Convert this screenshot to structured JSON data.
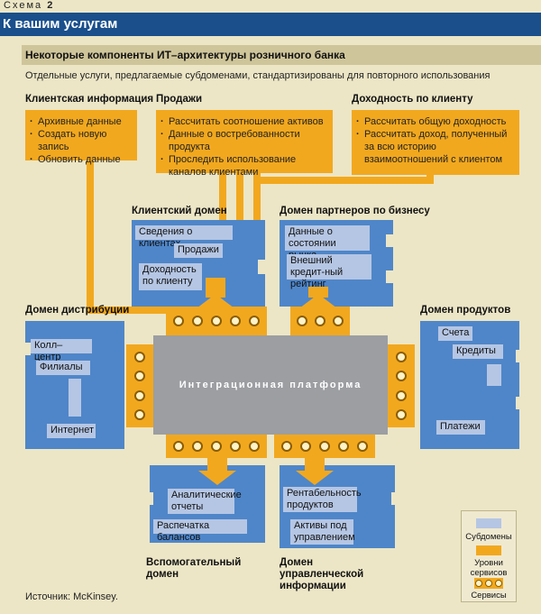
{
  "header": {
    "scheme_word": "Схема",
    "scheme_number": "2",
    "title": "К вашим услугам",
    "subtitle": "Некоторые компоненты ИТ–архитектуры розничного банка",
    "description": "Отдельные услуги, предлагаемые субдоменами, стандартизированы для повторного использования"
  },
  "services": {
    "client_info": {
      "title": "Клиентская информация",
      "items": [
        "Архивные данные",
        "Создать новую запись",
        "Обновить данные"
      ]
    },
    "sales": {
      "title": "Продажи",
      "items": [
        "Рассчитать соотношение активов",
        "Данные о востребованности продукта",
        "Проследить использование каналов клиентами"
      ]
    },
    "profitability": {
      "title": "Доходность по клиенту",
      "items": [
        "Рассчитать общую доходность",
        "Рассчитать доход, полученный за всю историю взаимоотношений с клиентом"
      ]
    }
  },
  "domains": {
    "client": {
      "title": "Клиентский домен",
      "subdomains": [
        "Сведения о клиентах",
        "Продажи",
        "Доходность по клиенту"
      ]
    },
    "partners": {
      "title": "Домен партнеров по бизнесу",
      "subdomains": [
        "Данные о состоянии рынка",
        "Внешний кредит-ный рейтинг"
      ]
    },
    "distribution": {
      "title": "Домен дистрибуции",
      "subdomains": [
        "Колл–центр",
        "Филиалы",
        "Интернет"
      ]
    },
    "products": {
      "title": "Домен продуктов",
      "subdomains": [
        "Счета",
        "Кредиты",
        "Платежи"
      ]
    },
    "support": {
      "title": "Вспомогательный домен",
      "subdomains": [
        "Аналитические отчеты",
        "Распечатка балансов"
      ]
    },
    "management": {
      "title": "Домен управленческой информации",
      "subdomains": [
        "Рентабельность продуктов",
        "Активы под управлением"
      ]
    }
  },
  "platform": {
    "label": "Интеграционная платформа"
  },
  "legend": {
    "subdomains": "Субдомены",
    "service_levels": "Уровни сервисов",
    "services": "Сервисы"
  },
  "source": "Источник: McKinsey.",
  "colors": {
    "domain_blue": "#4f86c9",
    "subdomain_light": "#b5c6e4",
    "service_orange": "#f2a81e",
    "header_blue": "#1a4f8c",
    "platform_gray": "#9c9ea2",
    "background": "#ece6c6"
  }
}
